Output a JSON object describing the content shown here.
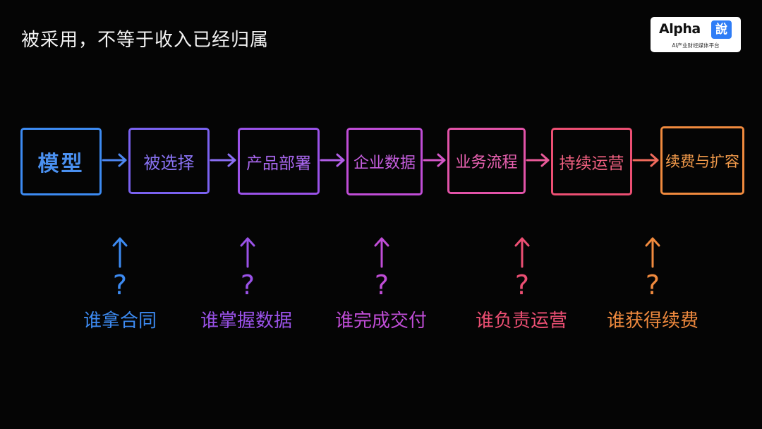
{
  "title": "被采用，不等于收入已经归属",
  "logo": {
    "wordmark": "Alpha",
    "badge": "說",
    "tagline": "AI产业财经媒体平台"
  },
  "flow": {
    "steps": [
      {
        "label": "模型",
        "color": "#3d8bf2"
      },
      {
        "label": "被选择",
        "color": "#7a62f0"
      },
      {
        "label": "产品部署",
        "color": "#9a52e8"
      },
      {
        "label": "企业数据",
        "color": "#c04dd6"
      },
      {
        "label": "业务流程",
        "color": "#e253a8"
      },
      {
        "label": "持续运营",
        "color": "#ec4f73"
      },
      {
        "label": "续费与扩容",
        "color": "#f08a3e"
      }
    ]
  },
  "questions": {
    "mark": "?",
    "items": [
      {
        "label": "谁拿合同",
        "color": "#3d8bf2"
      },
      {
        "label": "谁掌握数据",
        "color": "#9a52e8"
      },
      {
        "label": "谁完成交付",
        "color": "#c04dd6"
      },
      {
        "label": "谁负责运营",
        "color": "#ec4f73"
      },
      {
        "label": "谁获得续费",
        "color": "#f08a3e"
      }
    ]
  }
}
